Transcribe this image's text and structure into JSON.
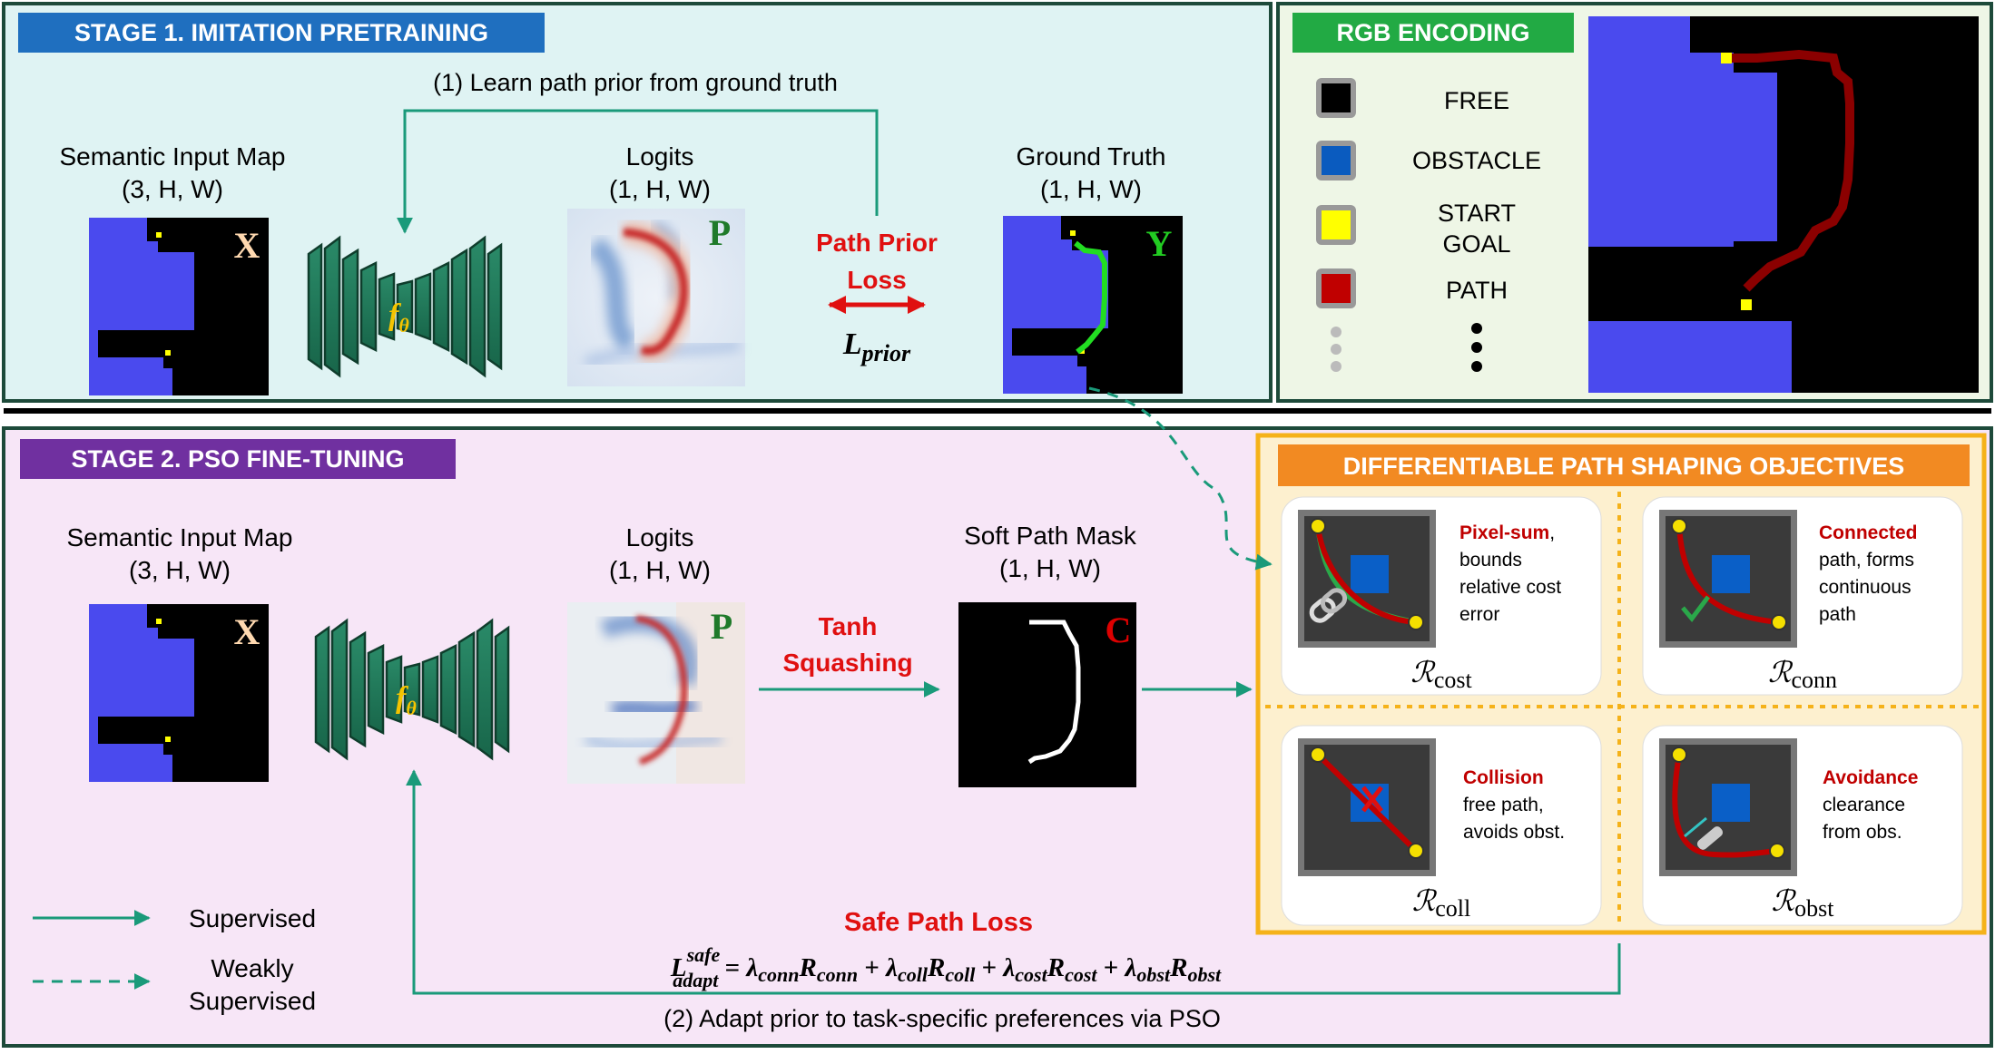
{
  "stage1": {
    "title": "STAGE 1. IMITATION PRETRAINING",
    "caption": "(1) Learn path prior from ground truth",
    "input_title": "Semantic Input Map",
    "input_shape": "(3, H, W)",
    "input_symbol": "X",
    "logits_title": "Logits",
    "logits_shape": "(1, H, W)",
    "logits_symbol": "P",
    "gt_title": "Ground Truth",
    "gt_shape": "(1, H, W)",
    "gt_symbol": "Y",
    "loss_line1": "Path Prior",
    "loss_line2": "Loss",
    "loss_symbol": "L",
    "loss_subscript": "prior",
    "network_symbol": "f",
    "network_subscript": "θ"
  },
  "rgb": {
    "title": "RGB ENCODING",
    "items": [
      {
        "label": "FREE",
        "color": "#000000"
      },
      {
        "label": "OBSTACLE",
        "color": "#0a5bbf"
      },
      {
        "label": "START",
        "label2": "GOAL",
        "color": "#ffff00"
      },
      {
        "label": "PATH",
        "color": "#c00000"
      }
    ]
  },
  "stage2": {
    "title": "STAGE 2. PSO FINE-TUNING",
    "input_title": "Semantic Input Map",
    "input_shape": "(3, H, W)",
    "input_symbol": "X",
    "logits_title": "Logits",
    "logits_shape": "(1, H, W)",
    "logits_symbol": "P",
    "mask_title": "Soft Path Mask",
    "mask_shape": "(1, H, W)",
    "mask_symbol": "C",
    "tanh_line1": "Tanh",
    "tanh_line2": "Squashing",
    "network_symbol": "f",
    "network_subscript": "θ",
    "safe_loss_title": "Safe Path Loss",
    "caption": "(2) Adapt prior to task-specific preferences via PSO",
    "legend_supervised": "Supervised",
    "legend_weak1": "Weakly",
    "legend_weak2": "Supervised"
  },
  "formula": {
    "lhs": "L",
    "lhs_sup": "safe",
    "lhs_sub": "adapt",
    "eq": " = ",
    "terms": [
      {
        "lambda_sub": "conn",
        "r_sub": "conn"
      },
      {
        "lambda_sub": "coll",
        "r_sub": "coll"
      },
      {
        "lambda_sub": "cost",
        "r_sub": "cost"
      },
      {
        "lambda_sub": "obst",
        "r_sub": "obst"
      }
    ]
  },
  "objectives": {
    "title": "DIFFERENTIABLE PATH SHAPING OBJECTIVES",
    "cost": {
      "bold": "Pixel-sum",
      "comma": ",",
      "l2": "bounds",
      "l3": "relative cost",
      "l4": "error",
      "symbol": "ℛ",
      "sub": "cost"
    },
    "conn": {
      "bold": "Connected",
      "l2": "path, forms",
      "l3": "continuous",
      "l4": "path",
      "symbol": "ℛ",
      "sub": "conn"
    },
    "coll": {
      "bold": "Collision",
      "l2": "free path,",
      "l3": "avoids obst.",
      "symbol": "ℛ",
      "sub": "coll"
    },
    "obst": {
      "bold": "Avoidance",
      "l2": "clearance",
      "l3": "from obs.",
      "symbol": "ℛ",
      "sub": "obst"
    }
  },
  "colors": {
    "teal": "#1a9a7a",
    "red": "#e01010",
    "dark_red": "#c00000",
    "stage1_bg": "#dff3f3",
    "stage1_border": "#1d4a3a",
    "stage2_bg": "#f7e6f7",
    "stage1_tag": "#1f6fbf",
    "stage2_tag": "#7030a0",
    "rgb_tag": "#22aa44",
    "objectives_bg": "#fdf0cf",
    "objectives_border": "#f5b21a",
    "objectives_tag": "#f28a22",
    "map_blue": "#4a4aee",
    "net_green": "#1f7a5a"
  },
  "icons": [
    "arrow-icon",
    "check-icon",
    "cross-icon",
    "chain-link-icon",
    "clearance-icon",
    "network-icon"
  ]
}
